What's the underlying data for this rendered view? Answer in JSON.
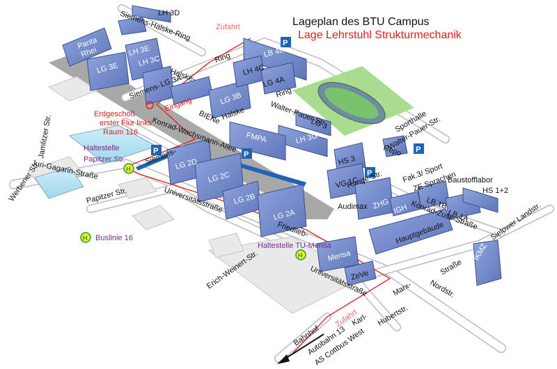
{
  "title": "Lageplan des BTU Campus",
  "subtitle": "Lage Lehrstuhl Strukturmechanik",
  "buildings": {
    "lh3d": "LH 3D",
    "panta": "Panta",
    "rhei": "Rhei",
    "lh3e": "LH 3E",
    "lh3c": "LH 3C",
    "lg3e": "LG 3E",
    "lg3a": "LG 3A",
    "lg3b": "LG 3B",
    "lb4b": "LB 4B",
    "lh4c": "LH 4C",
    "lg4a": "LG 4A",
    "lg3": "LG 3",
    "lh3g": "LH 3G",
    "fmpa": "FMPA",
    "lg2d": "LG 2D",
    "lg2c": "LG 2C",
    "lg2b": "LG 2B",
    "lg2a": "LG 2A",
    "hs3": "HS 3",
    "vg1c": "VG 1C",
    "zhg": "ZHG",
    "igh": "IGH",
    "repo": "Repo",
    "lb1b": "LB 1B",
    "lb1a": "LB 1A",
    "mensa": "Mensa",
    "zeve": "ZeVe",
    "ikmz": "IKMZ"
  },
  "labels": {
    "siemens_halske_ring": "Siemens-Halske-Ring",
    "halske_top": "Halske-",
    "ring_top": "Ring",
    "siemens_mid": "Siemens-",
    "ring_mid": "Ring",
    "halske_mid": "Halske",
    "bienen": "BIENe",
    "walter_pauer_str": "Walter-Pauer-Str.",
    "walter_pauer_str_right": "Walter-Pauer-Str.",
    "sporthalle": "Sporthalle",
    "konrad_wachsmann_allee": "Konrad-Wachsmann-Allee",
    "siemens_left": "Siemens-",
    "jamlitzer_str": "Jamlitzer Str.",
    "juri_gagarin": "Juri-Gagarin-Straße",
    "werbener_str": "Werbener Str.",
    "papitzer_str": "Papitzer Str.",
    "universitaetsstrasse": "Universitätsstraße",
    "friedlieb": "Friedlieb-",
    "erich_weinert_str": "Erich-Weinert-Str.",
    "universitaetsstrasse_low": "Universitätsstraße",
    "runge_str": "Runge-Str.",
    "audimax": "Audimax",
    "fak3_sport": "Fak.3/ Sport",
    "ze_sprachen": "ZE Sprachen",
    "baustofflabor": "Baustofflabor",
    "hs12": "HS 1+2",
    "konrad_zuse_strasse": "Konrad-Zuse-Straße",
    "hauptgebaeude": "Hauptgebäude",
    "sielower_landstr": "Sielower Landstr.",
    "strasse": "Straße",
    "nordstr": "Nordstr.",
    "marx": "Marx-",
    "karl": "Karl-",
    "hubertstr": "Hubertstr.",
    "bahnhof": "Bahnhof",
    "autobahn": "Autobahn 13",
    "as_cottbus_west": "AS Cottbus West"
  },
  "red_labels": {
    "zufahrt_top": "Zufahrt",
    "zufahrt_bottom": "Zufahrt",
    "erdgeschoss": "Erdgeschoß",
    "flur": "erster Flur links",
    "raum": "Raum 116",
    "eingang": "Eingang"
  },
  "transit": {
    "haltestelle": "Haltestelle",
    "papitzer_str": "Papitzer Str.",
    "buslinie": "Buslinie 16",
    "haltestelle_mensa": "Haltestelle TU-Mensa",
    "stop_symbol": "H",
    "parking_symbol": "P"
  },
  "colors": {
    "building": "#6f86c8",
    "building_side": "#3c4f8c",
    "grey_building": "#d5d5d5",
    "road": "#ffffff",
    "rail": "#aaaaaa",
    "field": "#a9dc8e",
    "route_red": "#e41c1c",
    "stop_fill": "#ddf03a",
    "stop_ring": "#3a9a2a",
    "parking": "#1f64b4"
  }
}
